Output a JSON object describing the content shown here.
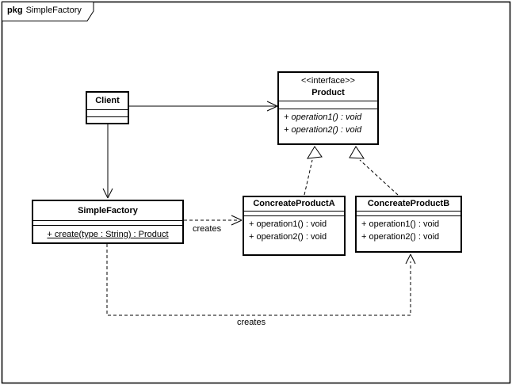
{
  "frame": {
    "keyword": "pkg",
    "name": "SimpleFactory"
  },
  "classes": {
    "client": {
      "name": "Client"
    },
    "product": {
      "stereotype": "<<interface>>",
      "name": "Product",
      "operations": [
        "+ operation1() : void",
        "+ operation2() : void"
      ]
    },
    "simple_factory": {
      "name": "SimpleFactory",
      "operations": [
        "+ create(type : String) : Product"
      ]
    },
    "concreate_product_a": {
      "name": "ConcreateProductA",
      "operations": [
        "+ operation1() : void",
        "+ operation2() : void"
      ]
    },
    "concreate_product_b": {
      "name": "ConcreateProductB",
      "operations": [
        "+ operation1() : void",
        "+ operation2() : void"
      ]
    }
  },
  "edges": {
    "client_to_product": {
      "type": "association"
    },
    "client_to_simple_factory": {
      "type": "association"
    },
    "simple_factory_to_concreate_product_a": {
      "type": "dependency",
      "label": "creates"
    },
    "simple_factory_to_concreate_product_b": {
      "type": "dependency",
      "label": "creates"
    },
    "concreate_product_a_to_product": {
      "type": "realization"
    },
    "concreate_product_b_to_product": {
      "type": "realization"
    }
  },
  "colors": {
    "line": "#000000",
    "fill": "#ffffff",
    "background": "#ffffff",
    "text": "#000000"
  }
}
